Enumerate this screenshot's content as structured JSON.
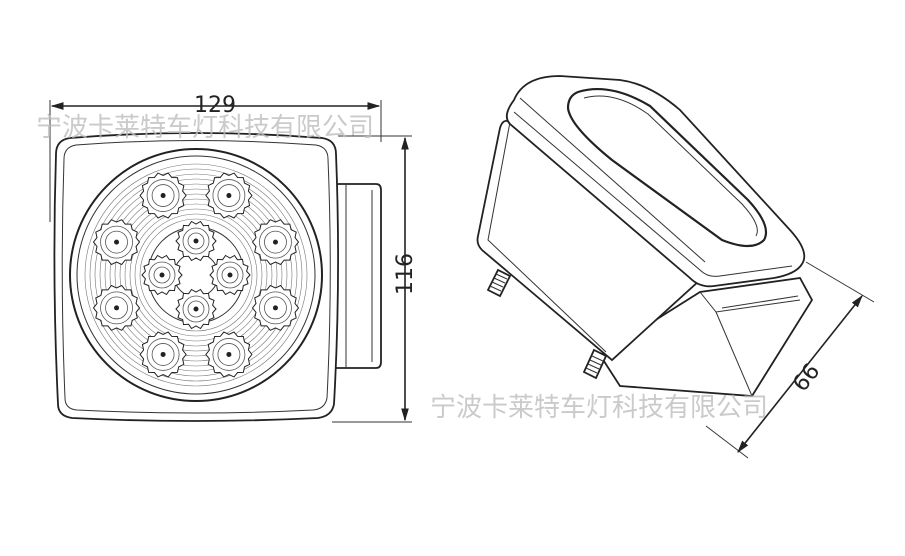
{
  "dimensions": {
    "width": "129",
    "height": "116",
    "depth": "66"
  },
  "watermarks": {
    "top": "宁波卡莱特车灯科技有限公司",
    "bottom": "宁波卡莱特车灯科技有限公司"
  },
  "lamp": {
    "led_count": 12
  }
}
